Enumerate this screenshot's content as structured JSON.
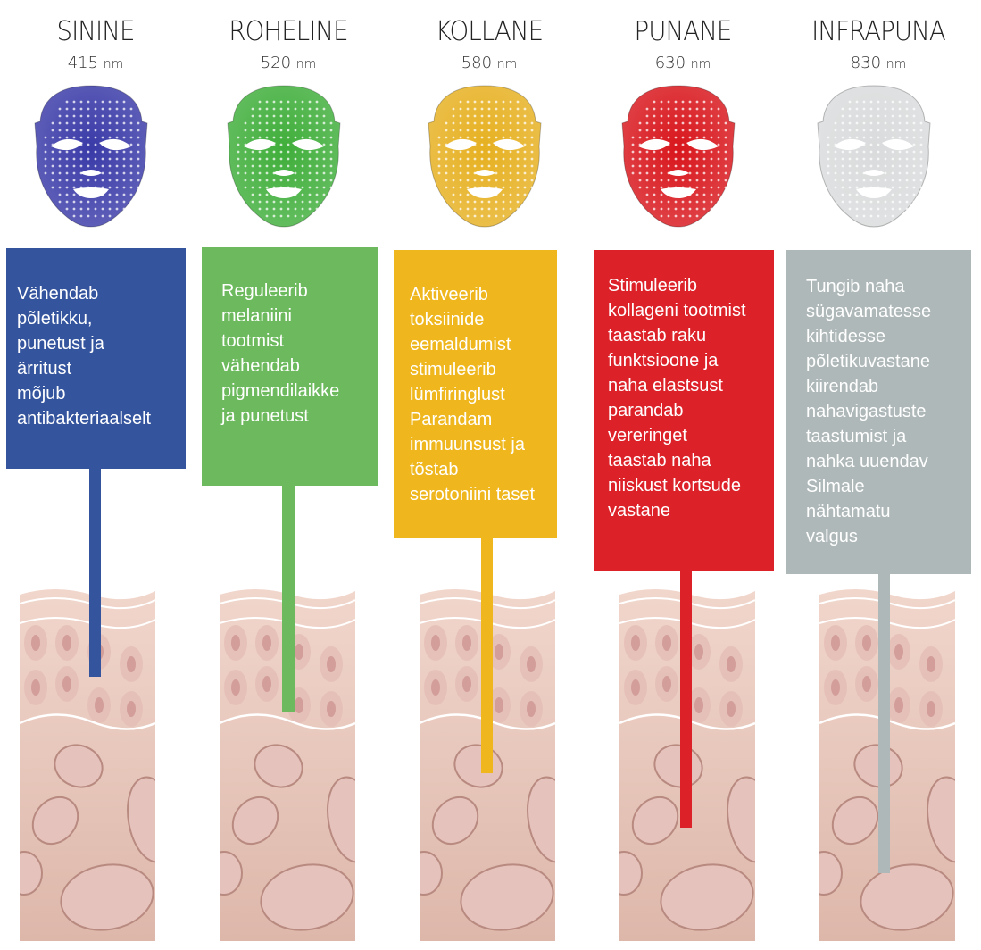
{
  "columns": [
    {
      "name": "SININE",
      "wavelength": "415",
      "unit": "nm",
      "color": "#34549e",
      "mask_color": "#3a3aa8",
      "text": "Vähendab\npõletikku,\npunetust ja\närritust\nmõjub\nantibakteriaalselt"
    },
    {
      "name": "ROHELINE",
      "wavelength": "520",
      "unit": "nm",
      "color": "#6dba5e",
      "mask_color": "#3fae3a",
      "text": "Reguleerib\nmelaniini\ntootmist\nvähendab\npigmendilaikke\nja punetust"
    },
    {
      "name": "KOLLANE",
      "wavelength": "580",
      "unit": "nm",
      "color": "#efb71d",
      "mask_color": "#e6b020",
      "text": "Aktiveerib\ntoksiinide\neemaldumist\nstimuleerib\nlümfiringlust\nParandam\nimmuunsust ja\ntõstab\nserotoniini taset"
    },
    {
      "name": "PUNANE",
      "wavelength": "630",
      "unit": "nm",
      "color": "#dd2128",
      "mask_color": "#d8161c",
      "text": "Stimuleerib\nkollageni tootmist\ntaastab raku\nfunktsioone ja\nnaha elastsust\nparandab\nvereringet\ntaastab naha\nniiskust kortsude\nvastane"
    },
    {
      "name": "INFRAPUNA",
      "wavelength": "830",
      "unit": "nm",
      "color": "#afb8b9",
      "mask_color": "#d9dbdc",
      "text": "Tungib naha\nsügavamatesse\n kihtidesse\npõletikuvastane\nkiirendab\nnahavigastuste\ntaastumist ja\nnahka uuendav\nSilmale\nnähtamatu\nvalgus"
    }
  ]
}
